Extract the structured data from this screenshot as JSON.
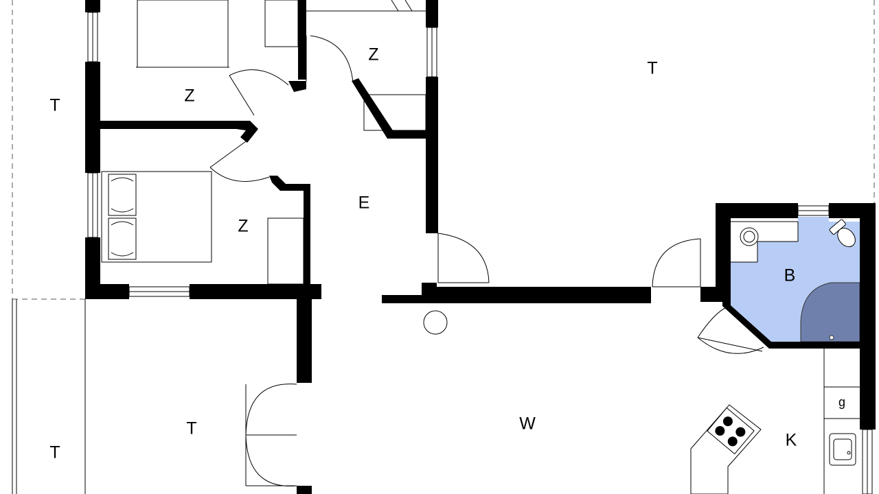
{
  "floorplan": {
    "rooms": [
      {
        "id": "terrace-left-top",
        "label": "T"
      },
      {
        "id": "bedroom-top",
        "label": "Z"
      },
      {
        "id": "room-small",
        "label": "Z"
      },
      {
        "id": "terrace-right",
        "label": "T"
      },
      {
        "id": "bedroom-middle",
        "label": "Z"
      },
      {
        "id": "entrance",
        "label": "E"
      },
      {
        "id": "bathroom",
        "label": "B"
      },
      {
        "id": "terrace-inner",
        "label": "T"
      },
      {
        "id": "living-room",
        "label": "W"
      },
      {
        "id": "kitchen",
        "label": "K"
      },
      {
        "id": "terrace-left-bottom",
        "label": "T"
      }
    ],
    "appliance_label": "g",
    "colors": {
      "wall": "#000000",
      "bathroom_fill": "#b7cdf5",
      "shower_fill": "#6f80ad",
      "background": "#ffffff"
    }
  }
}
